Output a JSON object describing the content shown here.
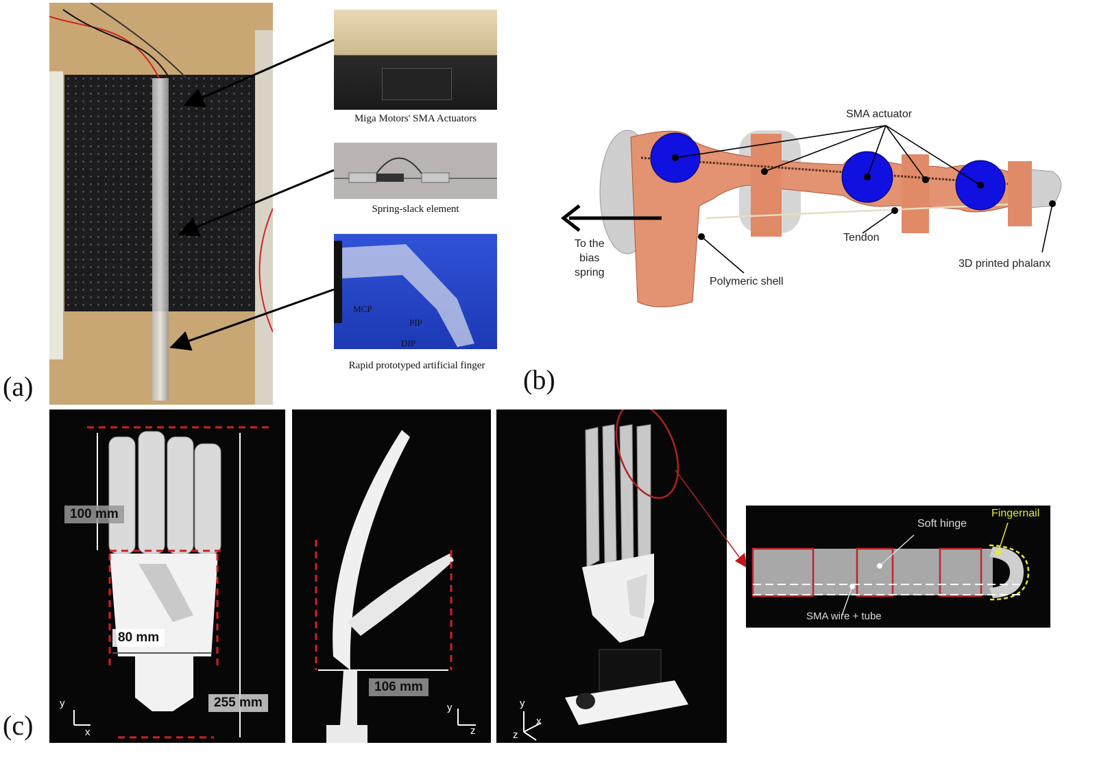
{
  "figure": {
    "panels": {
      "a": {
        "label": "(a)",
        "insets": [
          {
            "caption": "Miga Motors' SMA Actuators"
          },
          {
            "caption": "Spring-slack element"
          },
          {
            "caption": "Rapid prototyped artificial finger",
            "joint_labels": [
              "MCP",
              "PIP",
              "DIP"
            ]
          }
        ]
      },
      "b": {
        "label": "(b)",
        "callouts": {
          "sma_actuator": "SMA actuator",
          "tendon": "Tendon",
          "phalanx": "3D printed phalanx",
          "shell": "Polymeric shell",
          "bias_line1": "To the",
          "bias_line2": "bias",
          "bias_line3": "spring"
        },
        "colors": {
          "shell": "#e39372",
          "actuator": "#1010e0",
          "metal": "#c8c8c8"
        }
      },
      "c": {
        "label": "(c)",
        "front_view": {
          "dims": [
            "100 mm",
            "80 mm",
            "255 mm"
          ],
          "axes": {
            "vertical": "y",
            "horizontal": "x"
          }
        },
        "side_view": {
          "dims": [
            "106 mm"
          ],
          "axes": {
            "vertical": "y",
            "horizontal": "z"
          }
        },
        "iso_view": {
          "axes": {
            "a1": "y",
            "a2": "x",
            "a3": "z"
          }
        },
        "detail": {
          "callouts": {
            "hinge": "Soft hinge",
            "nail": "Fingernail",
            "wire": "SMA wire + tube"
          },
          "colors": {
            "box": "#c0242a",
            "nail": "#e8e838"
          }
        }
      }
    }
  }
}
